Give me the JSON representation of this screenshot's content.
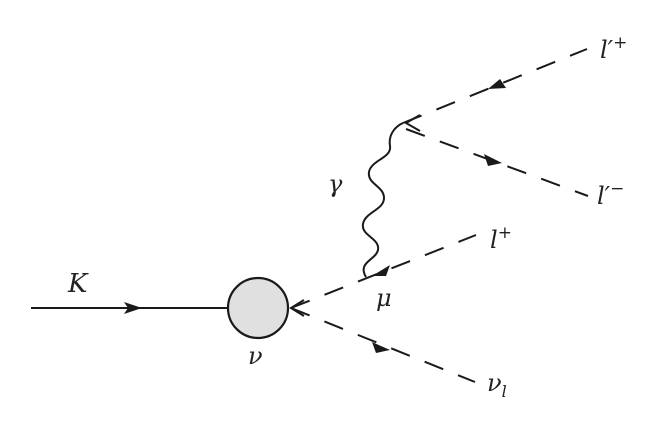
{
  "diagram": {
    "type": "feynman",
    "description": "Kaon decay with virtual photon producing lepton pair",
    "colors": {
      "line": "#1a1a1a",
      "blob_fill": "#e0e0e0",
      "background": "#ffffff"
    },
    "labels": {
      "kaon": "K",
      "vertex": "ν",
      "photon": "γ",
      "muon": "μ",
      "lepton_plus": "l",
      "lepton_plus_sup": "+",
      "lprime_plus": "l′",
      "lprime_plus_sup": "+",
      "lprime_minus": "l′",
      "lprime_minus_sup": "−",
      "neutrino": "ν",
      "neutrino_sub": "l"
    },
    "particles": [
      {
        "name": "K",
        "line": "solid",
        "direction": "incoming"
      },
      {
        "name": "γ",
        "line": "wavy"
      },
      {
        "name": "μ",
        "line": "dashed"
      },
      {
        "name": "l+",
        "line": "dashed"
      },
      {
        "name": "l'+",
        "line": "dashed"
      },
      {
        "name": "l'-",
        "line": "dashed"
      },
      {
        "name": "ν_l",
        "line": "dashed"
      }
    ]
  }
}
